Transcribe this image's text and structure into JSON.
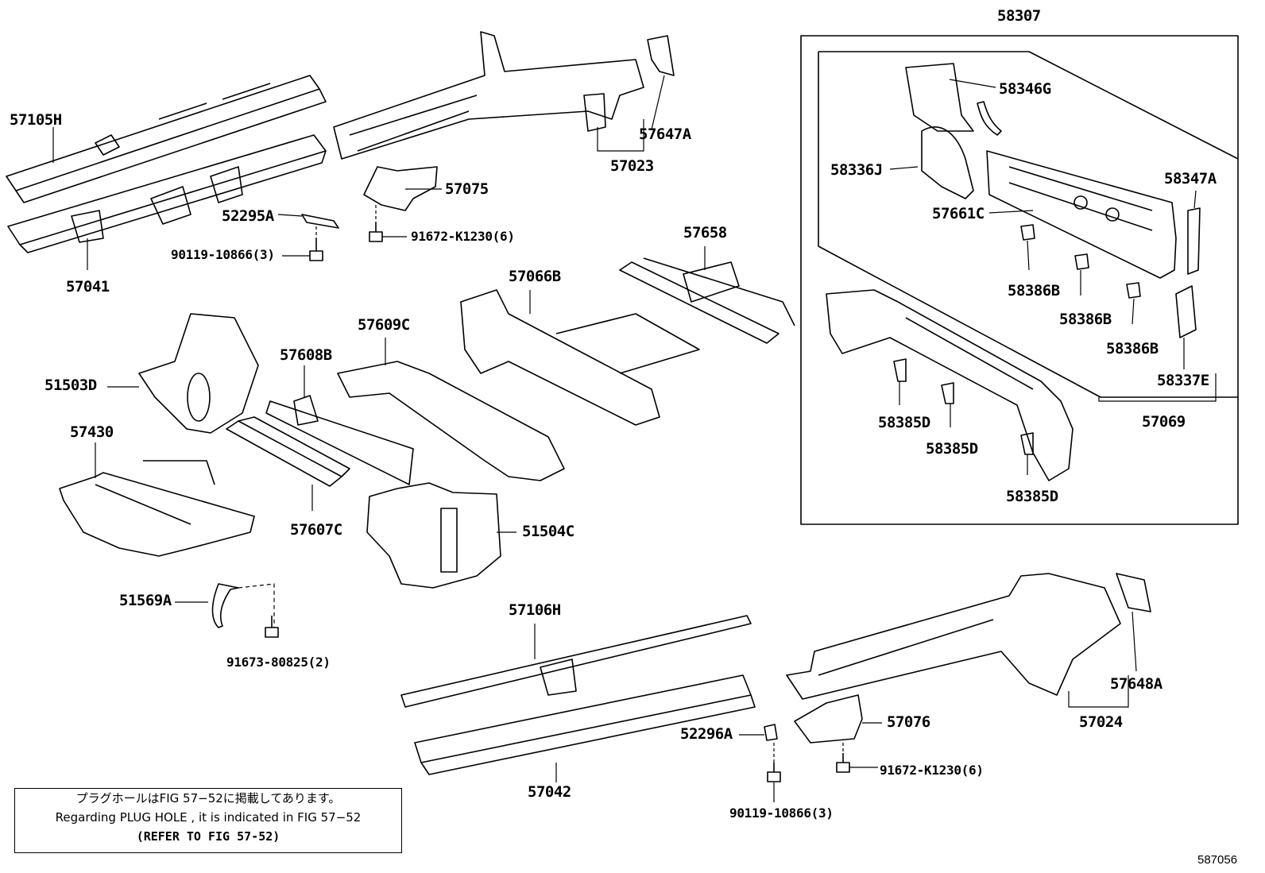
{
  "labels": {
    "p57105H": "57105H",
    "p57041": "57041",
    "p52295A": "52295A",
    "p90119a": "90119-10866(3)",
    "p57075": "57075",
    "p91672a": "91672-K1230(6)",
    "p57023": "57023",
    "p57647A": "57647A",
    "p58307": "58307",
    "p58346G": "58346G",
    "p58336J": "58336J",
    "p57661C": "57661C",
    "p58347A": "58347A",
    "p58386B1": "58386B",
    "p58386B2": "58386B",
    "p58386B3": "58386B",
    "p58337E": "58337E",
    "p57069": "57069",
    "p58385D1": "58385D",
    "p58385D2": "58385D",
    "p58385D3": "58385D",
    "p57658": "57658",
    "p57066B": "57066B",
    "p57609C": "57609C",
    "p57608B": "57608B",
    "p51503D": "51503D",
    "p57430": "57430",
    "p57607C": "57607C",
    "p51504C": "51504C",
    "p51569A": "51569A",
    "p91673": "91673-80825(2)",
    "p57106H": "57106H",
    "p57042": "57042",
    "p57024": "57024",
    "p57648A": "57648A",
    "p57076": "57076",
    "p52296A": "52296A",
    "p91672b": "91672-K1230(6)",
    "p90119b": "90119-10866(3)"
  },
  "note": {
    "line1": "プラグホールはFIG 57−52に掲載してあります。",
    "line2": "Regarding  PLUG  HOLE , it is indicated in FIG  57−52",
    "line3": "(REFER TO FIG 57-52)"
  },
  "figure_number": "587056"
}
